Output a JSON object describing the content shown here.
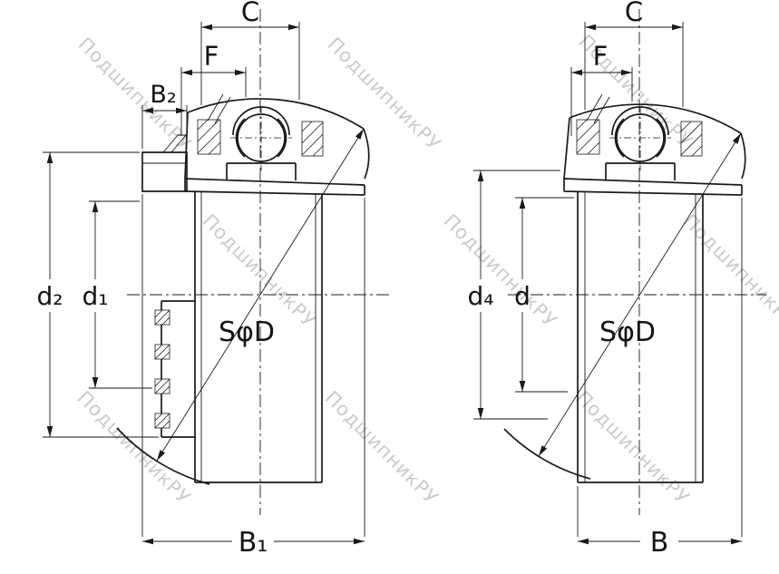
{
  "line_color": "#1a1a1a",
  "background": "#ffffff",
  "watermark": {
    "text": "ПодшипникРУ",
    "color": "#cbcbcb"
  },
  "views": {
    "left": {
      "labels": {
        "c": "C",
        "f": "F",
        "b2": "B₂",
        "d2": "d₂",
        "d1": "d₁",
        "sphere_diameter": "SφD",
        "b1": "B₁"
      }
    },
    "right": {
      "labels": {
        "c": "C",
        "f": "F",
        "d4": "d₄",
        "d": "d",
        "sphere_diameter": "SφD",
        "b": "B"
      }
    }
  }
}
